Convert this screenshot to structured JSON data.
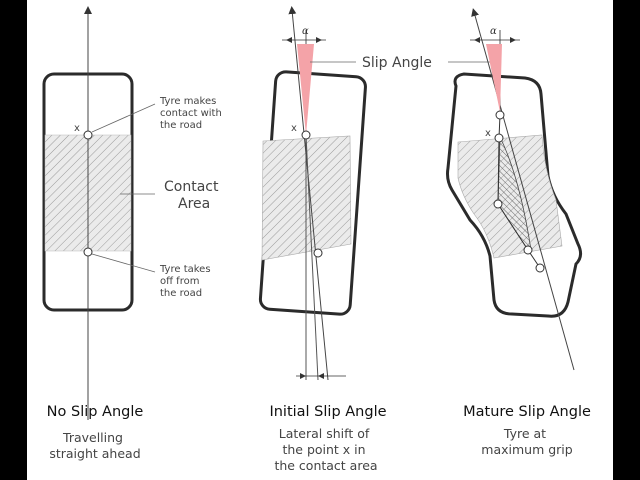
{
  "diagram": {
    "x_marker": "x",
    "alpha_symbol": "α",
    "annotations": {
      "contact_start": [
        "Tyre makes",
        "contact with",
        "the road"
      ],
      "contact_area": [
        "Contact",
        "Area"
      ],
      "contact_end": [
        "Tyre takes",
        "off from",
        "the road"
      ],
      "slip_angle": "Slip Angle"
    },
    "panels": [
      {
        "title": "No Slip Angle",
        "subtitle": [
          "Travelling",
          "straight ahead"
        ]
      },
      {
        "title": "Initial Slip Angle",
        "subtitle": [
          "Lateral shift of",
          "the point x in",
          "the contact area"
        ]
      },
      {
        "title": "Mature Slip Angle",
        "subtitle": [
          "Tyre at",
          "maximum grip"
        ]
      }
    ]
  },
  "colors": {
    "slip_wedge": "#f4a3a8",
    "outline": "#2b2b2b",
    "hatch": "#9a9a9a"
  }
}
